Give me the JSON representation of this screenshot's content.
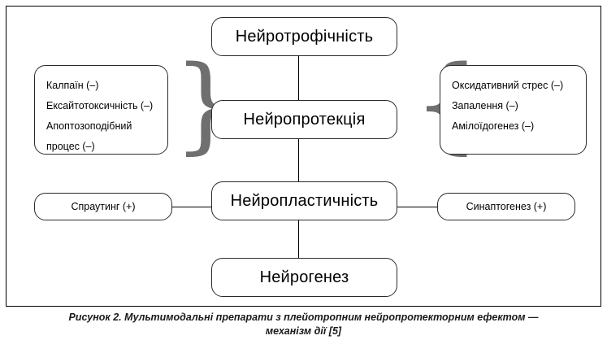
{
  "figure": {
    "caption_line1": "Рисунок 2. Мультимодальні препарати з плейотропним нейропротекторним ефектом —",
    "caption_line2": "механізм дії [5]",
    "brace_left_glyph": "}",
    "brace_right_glyph": "{",
    "colors": {
      "node_border": "#2b2b2b",
      "frame_border": "#000000",
      "brace": "#6f6f6f",
      "background": "#ffffff",
      "text": "#000000"
    }
  },
  "center_column": [
    {
      "id": "neurotrophicity",
      "label": "Нейротрофічність"
    },
    {
      "id": "neuroprotection",
      "label": "Нейропротекція"
    },
    {
      "id": "neuroplasticity",
      "label": "Нейропластичність"
    },
    {
      "id": "neurogenesis",
      "label": "Нейрогенез"
    }
  ],
  "left_list": {
    "items": [
      "Калпаїн (–)",
      "Ексайтотоксичність (–)",
      "Апоптозоподібний",
      "процес (–)"
    ]
  },
  "right_list": {
    "items": [
      "Оксидативний стрес (–)",
      "Запалення (–)",
      "Амілоїдогенез (–)"
    ]
  },
  "side_nodes": {
    "left": {
      "label": "Спраутинг (+)"
    },
    "right": {
      "label": "Синаптогенез (+)"
    }
  }
}
